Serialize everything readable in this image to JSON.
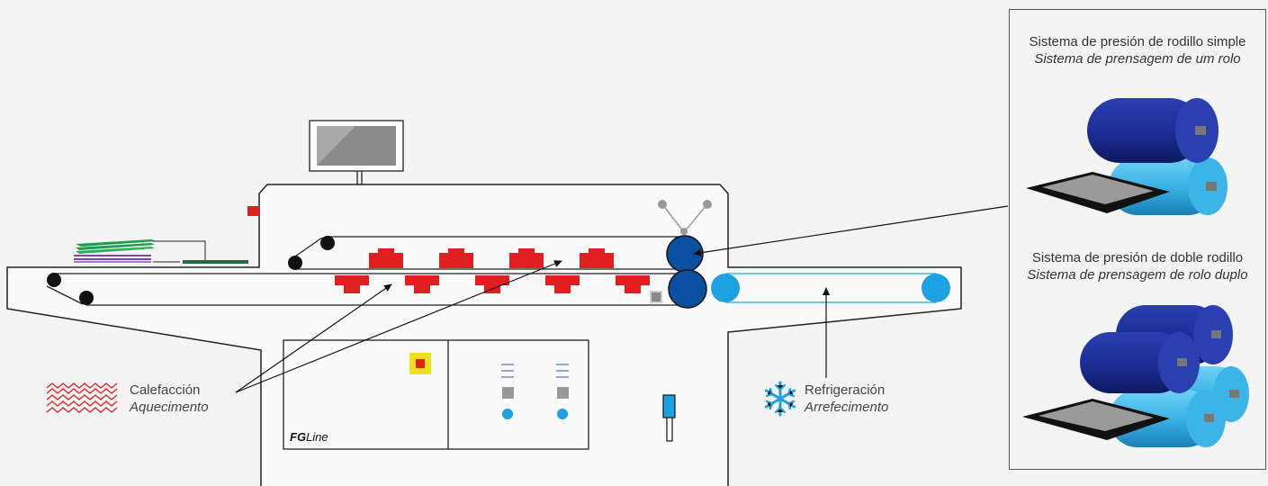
{
  "machine_brand": {
    "bold": "FG",
    "italic": "Line"
  },
  "heating": {
    "es": "Calefacción",
    "pt": "Aquecimento",
    "color": "#e02020"
  },
  "cooling": {
    "es": "Refrigeración",
    "pt": "Arrefecimento",
    "color": "#1da1e2"
  },
  "press_single": {
    "es": "Sistema de presión de rodillo simple",
    "pt": "Sistema de prensagem de um rolo"
  },
  "press_double": {
    "es": "Sistema de presión de doble rodillo",
    "pt": "Sistema de prensagem de rolo duplo"
  },
  "colors": {
    "roller_dark": "#1e3a9a",
    "roller_light": "#3cb4e6",
    "press_roller": "#0a4fa0",
    "heater": "#e02020",
    "emergency": "#f0e020"
  }
}
